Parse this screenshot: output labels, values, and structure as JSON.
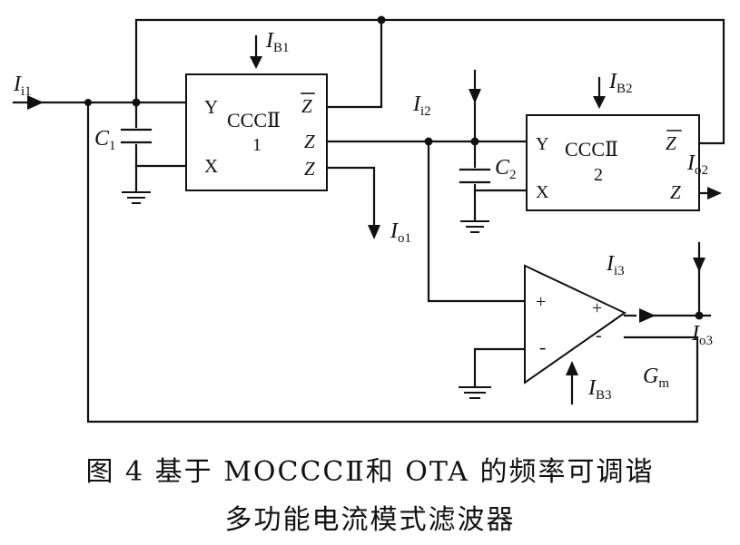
{
  "labels": {
    "Ii1": {
      "main": "I",
      "sub": "i1"
    },
    "IB1": {
      "main": "I",
      "sub": "B1"
    },
    "IB2": {
      "main": "I",
      "sub": "B2"
    },
    "IB3": {
      "main": "I",
      "sub": "B3"
    },
    "Ii2": {
      "main": "I",
      "sub": "i2"
    },
    "Ii3": {
      "main": "I",
      "sub": "i3"
    },
    "Io1": {
      "main": "I",
      "sub": "o1"
    },
    "Io2": {
      "main": "I",
      "sub": "o2"
    },
    "Io3": {
      "main": "I",
      "sub": "o3"
    },
    "C1": {
      "main": "C",
      "sub": "1"
    },
    "C2": {
      "main": "C",
      "sub": "2"
    },
    "Gm": {
      "main": "G",
      "sub": "m"
    }
  },
  "cccii1": {
    "title": "CCCⅡ",
    "index": "1",
    "ports": {
      "y": "Y",
      "x": "X",
      "zbar": "Z",
      "z1": "Z",
      "z2": "Z"
    }
  },
  "cccii2": {
    "title": "CCCⅡ",
    "index": "2",
    "ports": {
      "y": "Y",
      "x": "X",
      "zbar": "Z",
      "z": "Z"
    }
  },
  "ota": {
    "in_plus": "+",
    "in_minus": "-",
    "out_plus": "+",
    "out_minus": "-"
  },
  "caption": {
    "line1": "图 4  基于 MOCCCⅡ和 OTA 的频率可调谐",
    "line2": "多功能电流模式滤波器"
  }
}
